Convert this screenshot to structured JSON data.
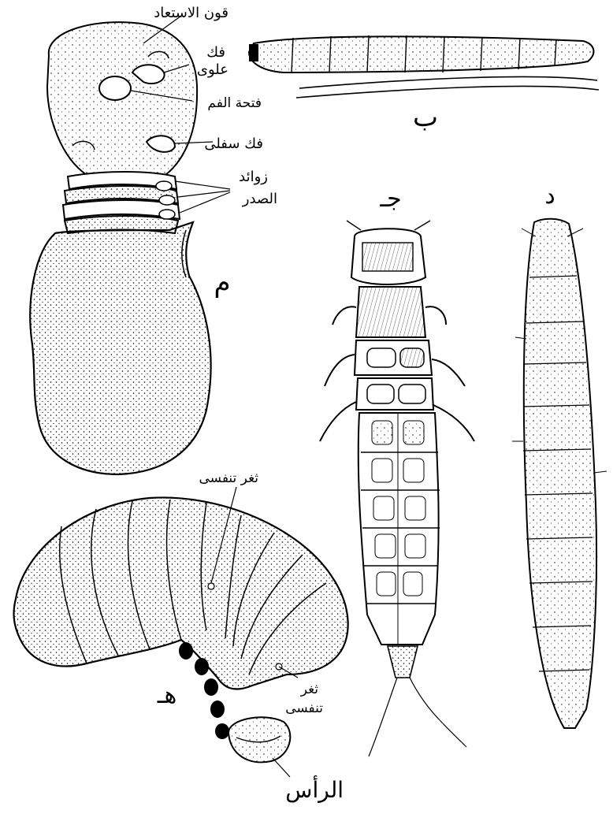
{
  "figure": {
    "panel_labels": {
      "a": "م",
      "b": "ب",
      "c": "جـ",
      "d": "د",
      "e": "هـ"
    },
    "annotations": {
      "antenna_base": "قون الاستعاد",
      "upper_jaw_line1": "فك",
      "upper_jaw_line2": "علوى",
      "mouth_opening": "فتحة الفم",
      "lower_jaw": "فك سفلى",
      "thorax_appendages_line1": "زوائد",
      "thorax_appendages_line2": "الصدر",
      "breathing_pore_top": "ثغر تنفسى",
      "breathing_pore_bottom_line1": "ثغر",
      "breathing_pore_bottom_line2": "تنفسى",
      "head": "الرأس"
    }
  }
}
